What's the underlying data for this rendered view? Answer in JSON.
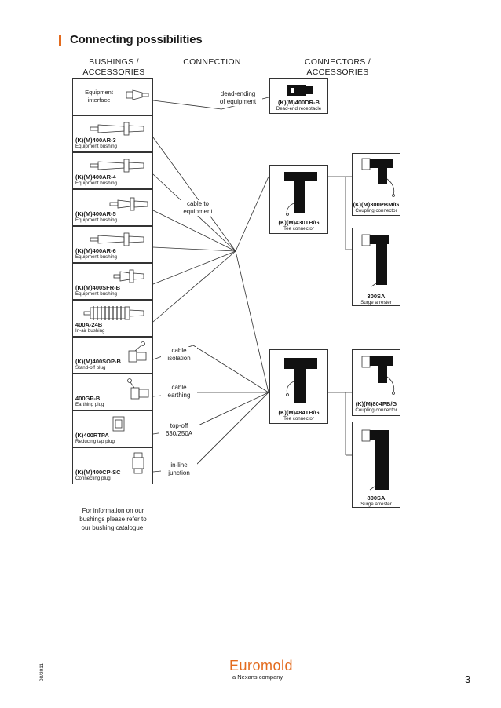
{
  "header": {
    "title": "Connecting possibilities"
  },
  "columns": {
    "bushings": [
      "BUSHINGS /",
      "ACCESSORIES"
    ],
    "connection": "CONNECTION",
    "connectors": [
      "CONNECTORS /",
      "ACCESSORIES"
    ]
  },
  "bushings": [
    {
      "name": "",
      "desc": "",
      "interface": [
        "Equipment",
        "interface"
      ]
    },
    {
      "name": "(K)(M)400AR-3",
      "desc": "Equipment bushing"
    },
    {
      "name": "(K)(M)400AR-4",
      "desc": "Equipment bushing"
    },
    {
      "name": "(K)(M)400AR-5",
      "desc": "Equipment bushing"
    },
    {
      "name": "(K)(M)400AR-6",
      "desc": "Equipment bushing"
    },
    {
      "name": "(K)(M)400SFR-B",
      "desc": "Equipment bushing"
    },
    {
      "name": "400A-24B",
      "desc": "In-air bushing"
    },
    {
      "name": "(K)(M)400SOP-B",
      "desc": "Stand-off plug"
    },
    {
      "name": "400GP-B",
      "desc": "Earthing plug"
    },
    {
      "name": "(K)400RTPA",
      "desc": "Reducing tap plug"
    },
    {
      "name": "(K)(M)400CP-SC",
      "desc": "Connecting plug"
    }
  ],
  "connections": {
    "dead_ending": [
      "dead-ending",
      "of equipment"
    ],
    "cable_to_equipment": [
      "cable to",
      "equipment"
    ],
    "cable_isolation": [
      "cable",
      "isolation"
    ],
    "cable_earthing": [
      "cable",
      "earthing"
    ],
    "top_off": [
      "top-off",
      "630/250A"
    ],
    "in_line": [
      "in-line",
      "junction"
    ]
  },
  "connectors": {
    "dead_end": {
      "name": "(K)(M)400DR-B",
      "desc": "Dead-end receptacle"
    },
    "tee430": {
      "name": "(K)(M)430TB/G",
      "desc": "Tee connector"
    },
    "coupling300": {
      "name": "(K)(M)300PBM/G",
      "desc": "Coupling connector"
    },
    "surge300": {
      "name": "300SA",
      "desc": "Surge arrester"
    },
    "tee484": {
      "name": "(K)(M)484TB/G",
      "desc": "Tee connector"
    },
    "coupling804": {
      "name": "(K)(M)804PB/G",
      "desc": "Coupling connector"
    },
    "surge800": {
      "name": "800SA",
      "desc": "Surge arrester"
    }
  },
  "note": [
    "For information on our",
    "bushings please refer to",
    "our bushing catalogue."
  ],
  "footer": {
    "brand": "Euromold",
    "brand_sub": "a Nexans company",
    "page": "3",
    "date": "08/2011"
  },
  "colors": {
    "accent": "#e36b1e",
    "line": "#333333",
    "product_dark": "#111111"
  }
}
